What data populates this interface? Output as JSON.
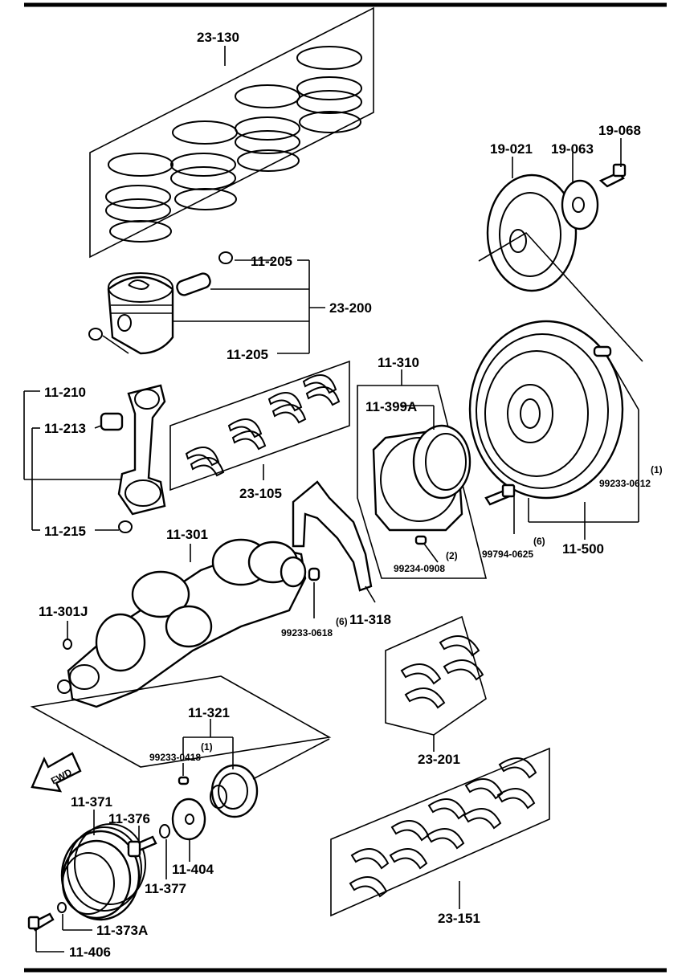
{
  "labels": {
    "piston_ring_set": "23-130",
    "clip_top": "11-205",
    "piston_pin_set": "23-200",
    "clip_bottom": "11-205",
    "con_rod": "11-210",
    "con_rod_bushing": "11-213",
    "rod_bolt_nut": "11-215",
    "con_rod_bearing_set": "23-105",
    "oil_seal_housing": "11-310",
    "rear_oil_seal": "11-399A",
    "flywheel": "11-500",
    "drive_plate": "19-021",
    "backing_plate": "19-063",
    "drive_plate_bolt": "19-068",
    "crankshaft": "11-301",
    "crankshaft_key": "11-301J",
    "gasket": "11-318",
    "main_bearing_thrust": "23-201",
    "main_bearing_set": "23-151",
    "timing_pulley": "11-321",
    "crank_pulley": "11-371",
    "pulley_bolt": "11-376",
    "pulley_plate": "11-404",
    "washer": "11-377",
    "pulley_bolt_2": "11-373A",
    "bolt": "11-406"
  },
  "small_labels": {
    "pin_9923306612_qty": "(1)",
    "pin_9923306612": "99233-0612",
    "bolt_9979406625_qty": "(6)",
    "bolt_9979406625": "99794-0625",
    "pin_9923409080_qty": "(2)",
    "pin_9923409080": "99234-0908",
    "pin_9923306180_qty": "(6)",
    "pin_9923306180": "99233-0618",
    "pin_9923304180_qty": "(1)",
    "pin_9923304180": "99233-0418"
  },
  "fwd_marker": "FWD"
}
